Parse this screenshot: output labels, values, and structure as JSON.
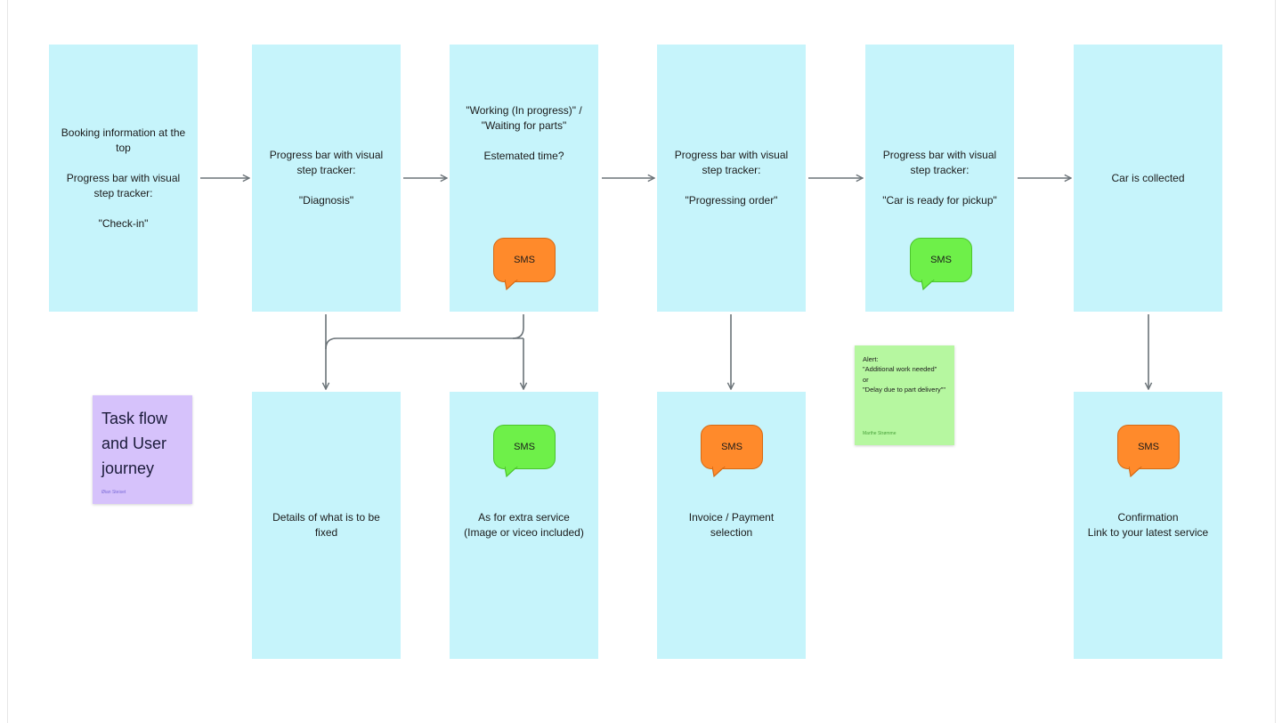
{
  "cards": {
    "checkin": "Booking information at the top\n\nProgress bar with visual step tracker:\n\n\"Check-in\"",
    "diagnosis": "Progress bar with visual step tracker:\n\n\"Diagnosis\"",
    "working": "\"Working (In progress)\" / \"Waiting for parts\"\n\nEstemated time?",
    "progressing": "Progress bar with visual step tracker:\n\n\"Progressing order\"",
    "ready": "Progress bar with visual step tracker:\n\n\"Car is ready for pickup\"",
    "collected": "Car is collected",
    "details": "Details of what is to be fixed",
    "extra": "As for extra service\n(Image or viceo included)",
    "invoice": "Invoice / Payment selection",
    "confirmation": "Confirmation\nLink to your latest service"
  },
  "sms_label": "SMS",
  "colors": {
    "card": "#c6f4fb",
    "sms_orange": "#ff8a2b",
    "sms_green": "#6ef049",
    "sticky_purple": "#d6c2fb",
    "sticky_green": "#b6f7a0",
    "connector": "#6b7378"
  },
  "stickies": {
    "purple": {
      "title": "Task flow and User journey",
      "author": "Øian Steiset"
    },
    "green": {
      "body": "Alert:\n\"Additional work needed\"\nor\n\"Delay due to part delivery\"\"",
      "author": "Marthe Strømme"
    }
  }
}
